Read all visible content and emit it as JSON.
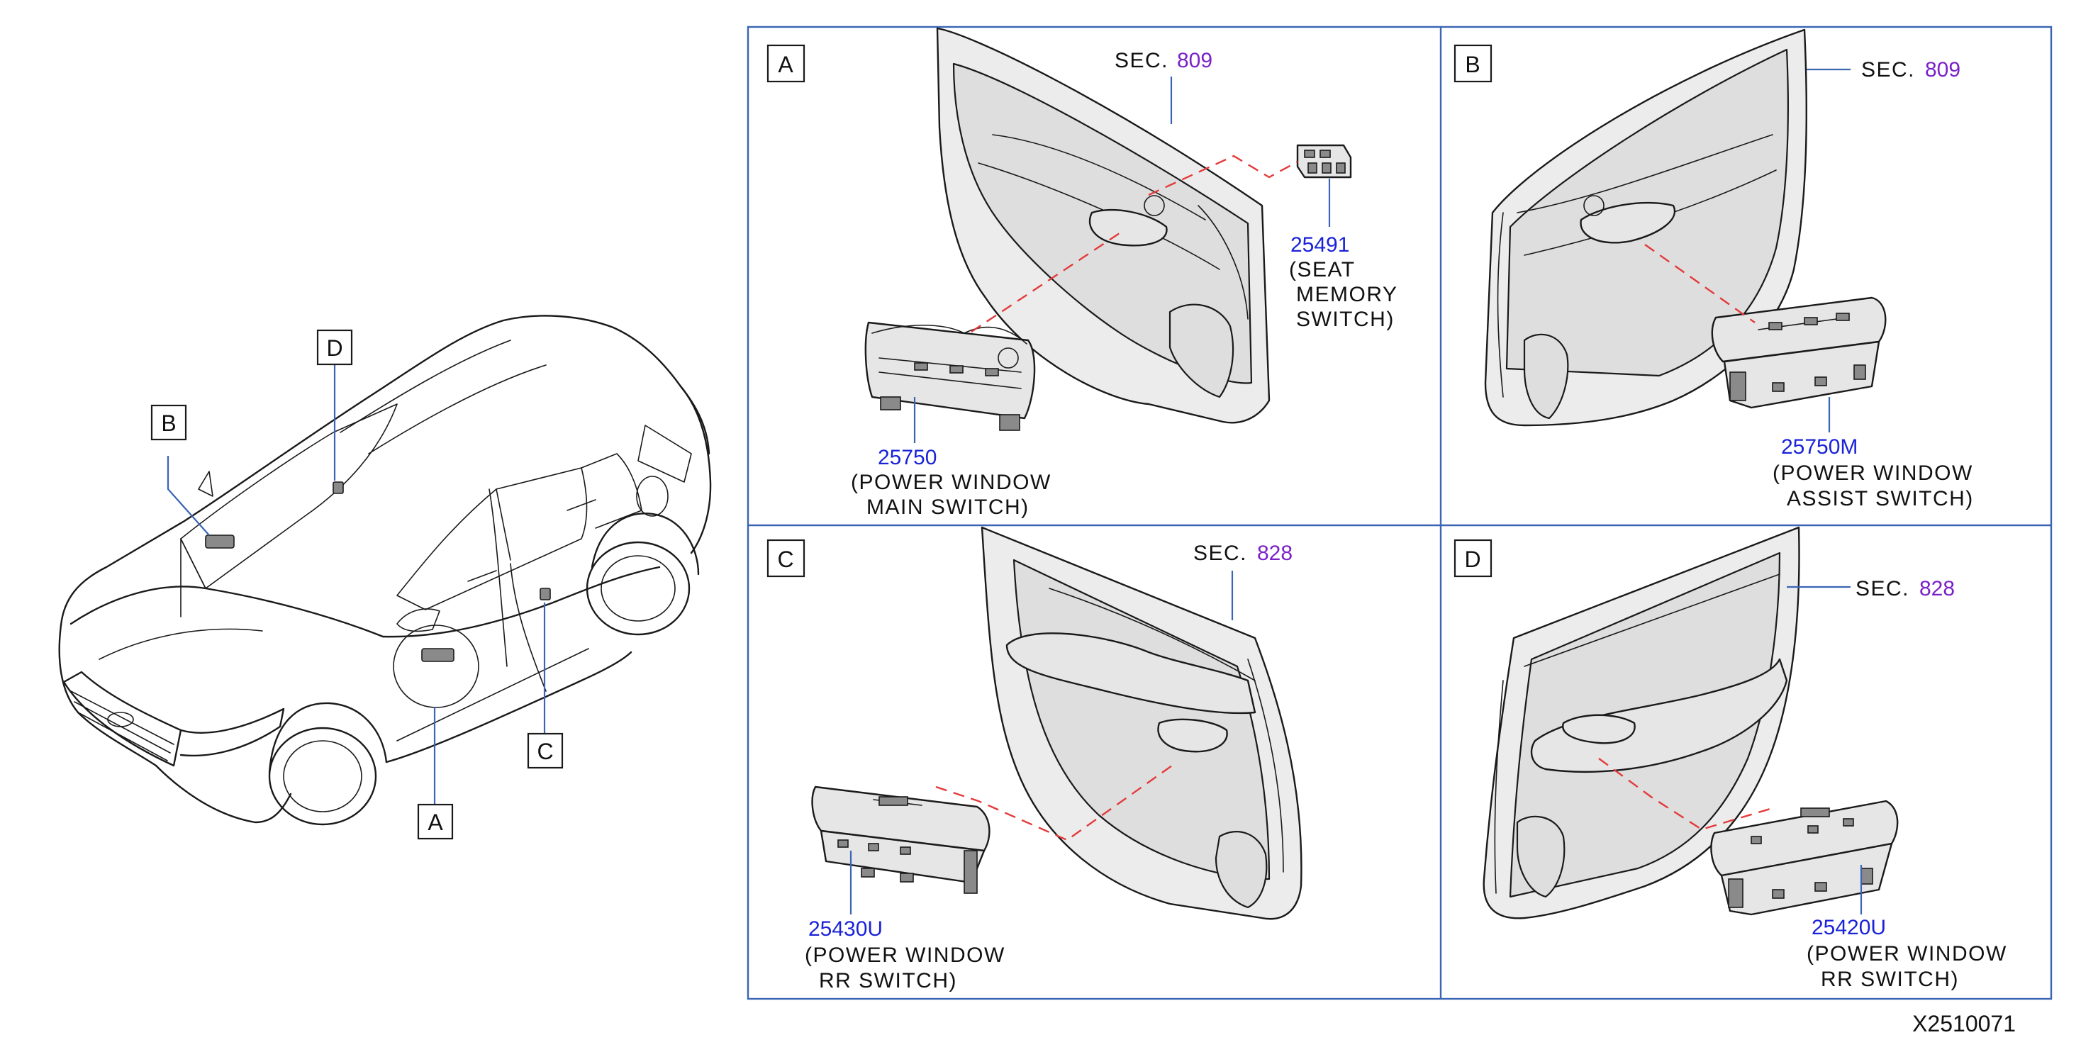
{
  "figure_code": "X2510071",
  "callouts": {
    "A": "A",
    "B": "B",
    "C": "C",
    "D": "D"
  },
  "panels": {
    "A": {
      "letter": "A",
      "sec_prefix": "SEC.",
      "sec_number": "809",
      "parts": [
        {
          "number": "25491",
          "desc_lines": [
            "(SEAT",
            "MEMORY",
            "SWITCH)"
          ]
        },
        {
          "number": "25750",
          "desc_lines": [
            "(POWER   WINDOW",
            "MAIN   SWITCH)"
          ]
        }
      ]
    },
    "B": {
      "letter": "B",
      "sec_prefix": "SEC.",
      "sec_number": "809",
      "parts": [
        {
          "number": "25750M",
          "desc_lines": [
            "(POWER   WINDOW",
            "ASSIST   SWITCH)"
          ]
        }
      ]
    },
    "C": {
      "letter": "C",
      "sec_prefix": "SEC.",
      "sec_number": "828",
      "parts": [
        {
          "number": "25430U",
          "desc_lines": [
            "(POWER   WINDOW",
            "RR   SWITCH)"
          ]
        }
      ]
    },
    "D": {
      "letter": "D",
      "sec_prefix": "SEC.",
      "sec_number": "828",
      "parts": [
        {
          "number": "25420U",
          "desc_lines": [
            "(POWER   WINDOW",
            "RR   SWITCH)"
          ]
        }
      ]
    }
  },
  "colors": {
    "grid_and_leaders": "#3a64b4",
    "part_number": "#1a23d8",
    "section_number": "#7a22c8",
    "dashed_connector": "#e43a3a"
  }
}
